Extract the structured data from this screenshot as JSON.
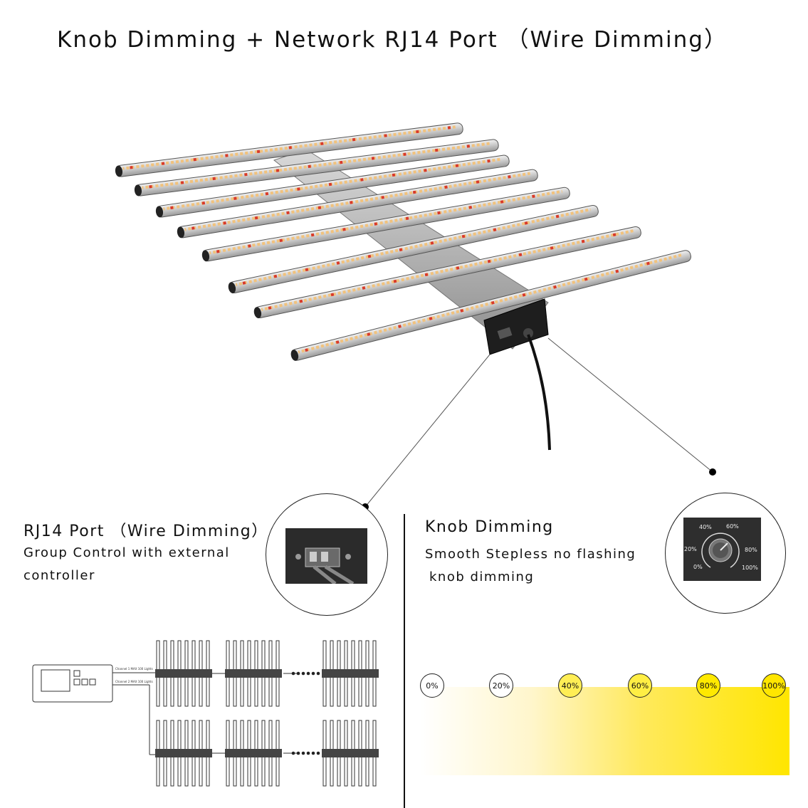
{
  "title": "Knob Dimming + Network RJ14 Port  （Wire Dimming）",
  "rj14": {
    "title": "RJ14 Port  （Wire Dimming）",
    "desc_line1": "Group Control with external",
    "desc_line2": "controller"
  },
  "knob": {
    "title": "Knob Dimming",
    "desc_line1": "Smooth Stepless no flashing",
    "desc_line2": "knob dimming",
    "dial_labels": [
      "0%",
      "20%",
      "40%",
      "60%",
      "80%",
      "100%"
    ]
  },
  "levels": [
    {
      "label": "0%",
      "fill": "#ffffff"
    },
    {
      "label": "20%",
      "fill": "#ffffff"
    },
    {
      "label": "40%",
      "fill": "#ffee55"
    },
    {
      "label": "60%",
      "fill": "#ffee44"
    },
    {
      "label": "80%",
      "fill": "#ffe900"
    },
    {
      "label": "100%",
      "fill": "#ffe600"
    }
  ],
  "diagram": {
    "channel1_label": "Channel 1 MAX 100 Lights",
    "channel2_label": "Channel 2 MAX 100 Lights"
  }
}
